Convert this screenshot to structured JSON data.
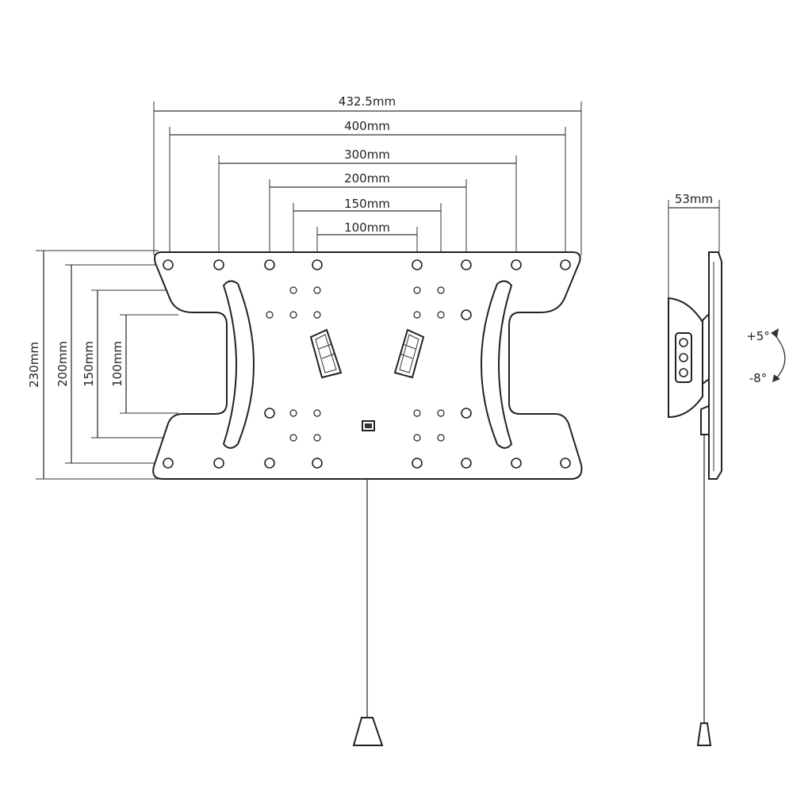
{
  "dimensions": {
    "width_432": "432.5mm",
    "width_400": "400mm",
    "width_300": "300mm",
    "width_200": "200mm",
    "width_150": "150mm",
    "width_100": "100mm",
    "height_230": "230mm",
    "height_200": "200mm",
    "height_150": "150mm",
    "height_100": "100mm",
    "depth": "53mm"
  },
  "tilt": {
    "up": "+5°",
    "down": "-8°"
  },
  "colors": {
    "line": "#333333",
    "outline": "#222222",
    "background": "#ffffff"
  }
}
